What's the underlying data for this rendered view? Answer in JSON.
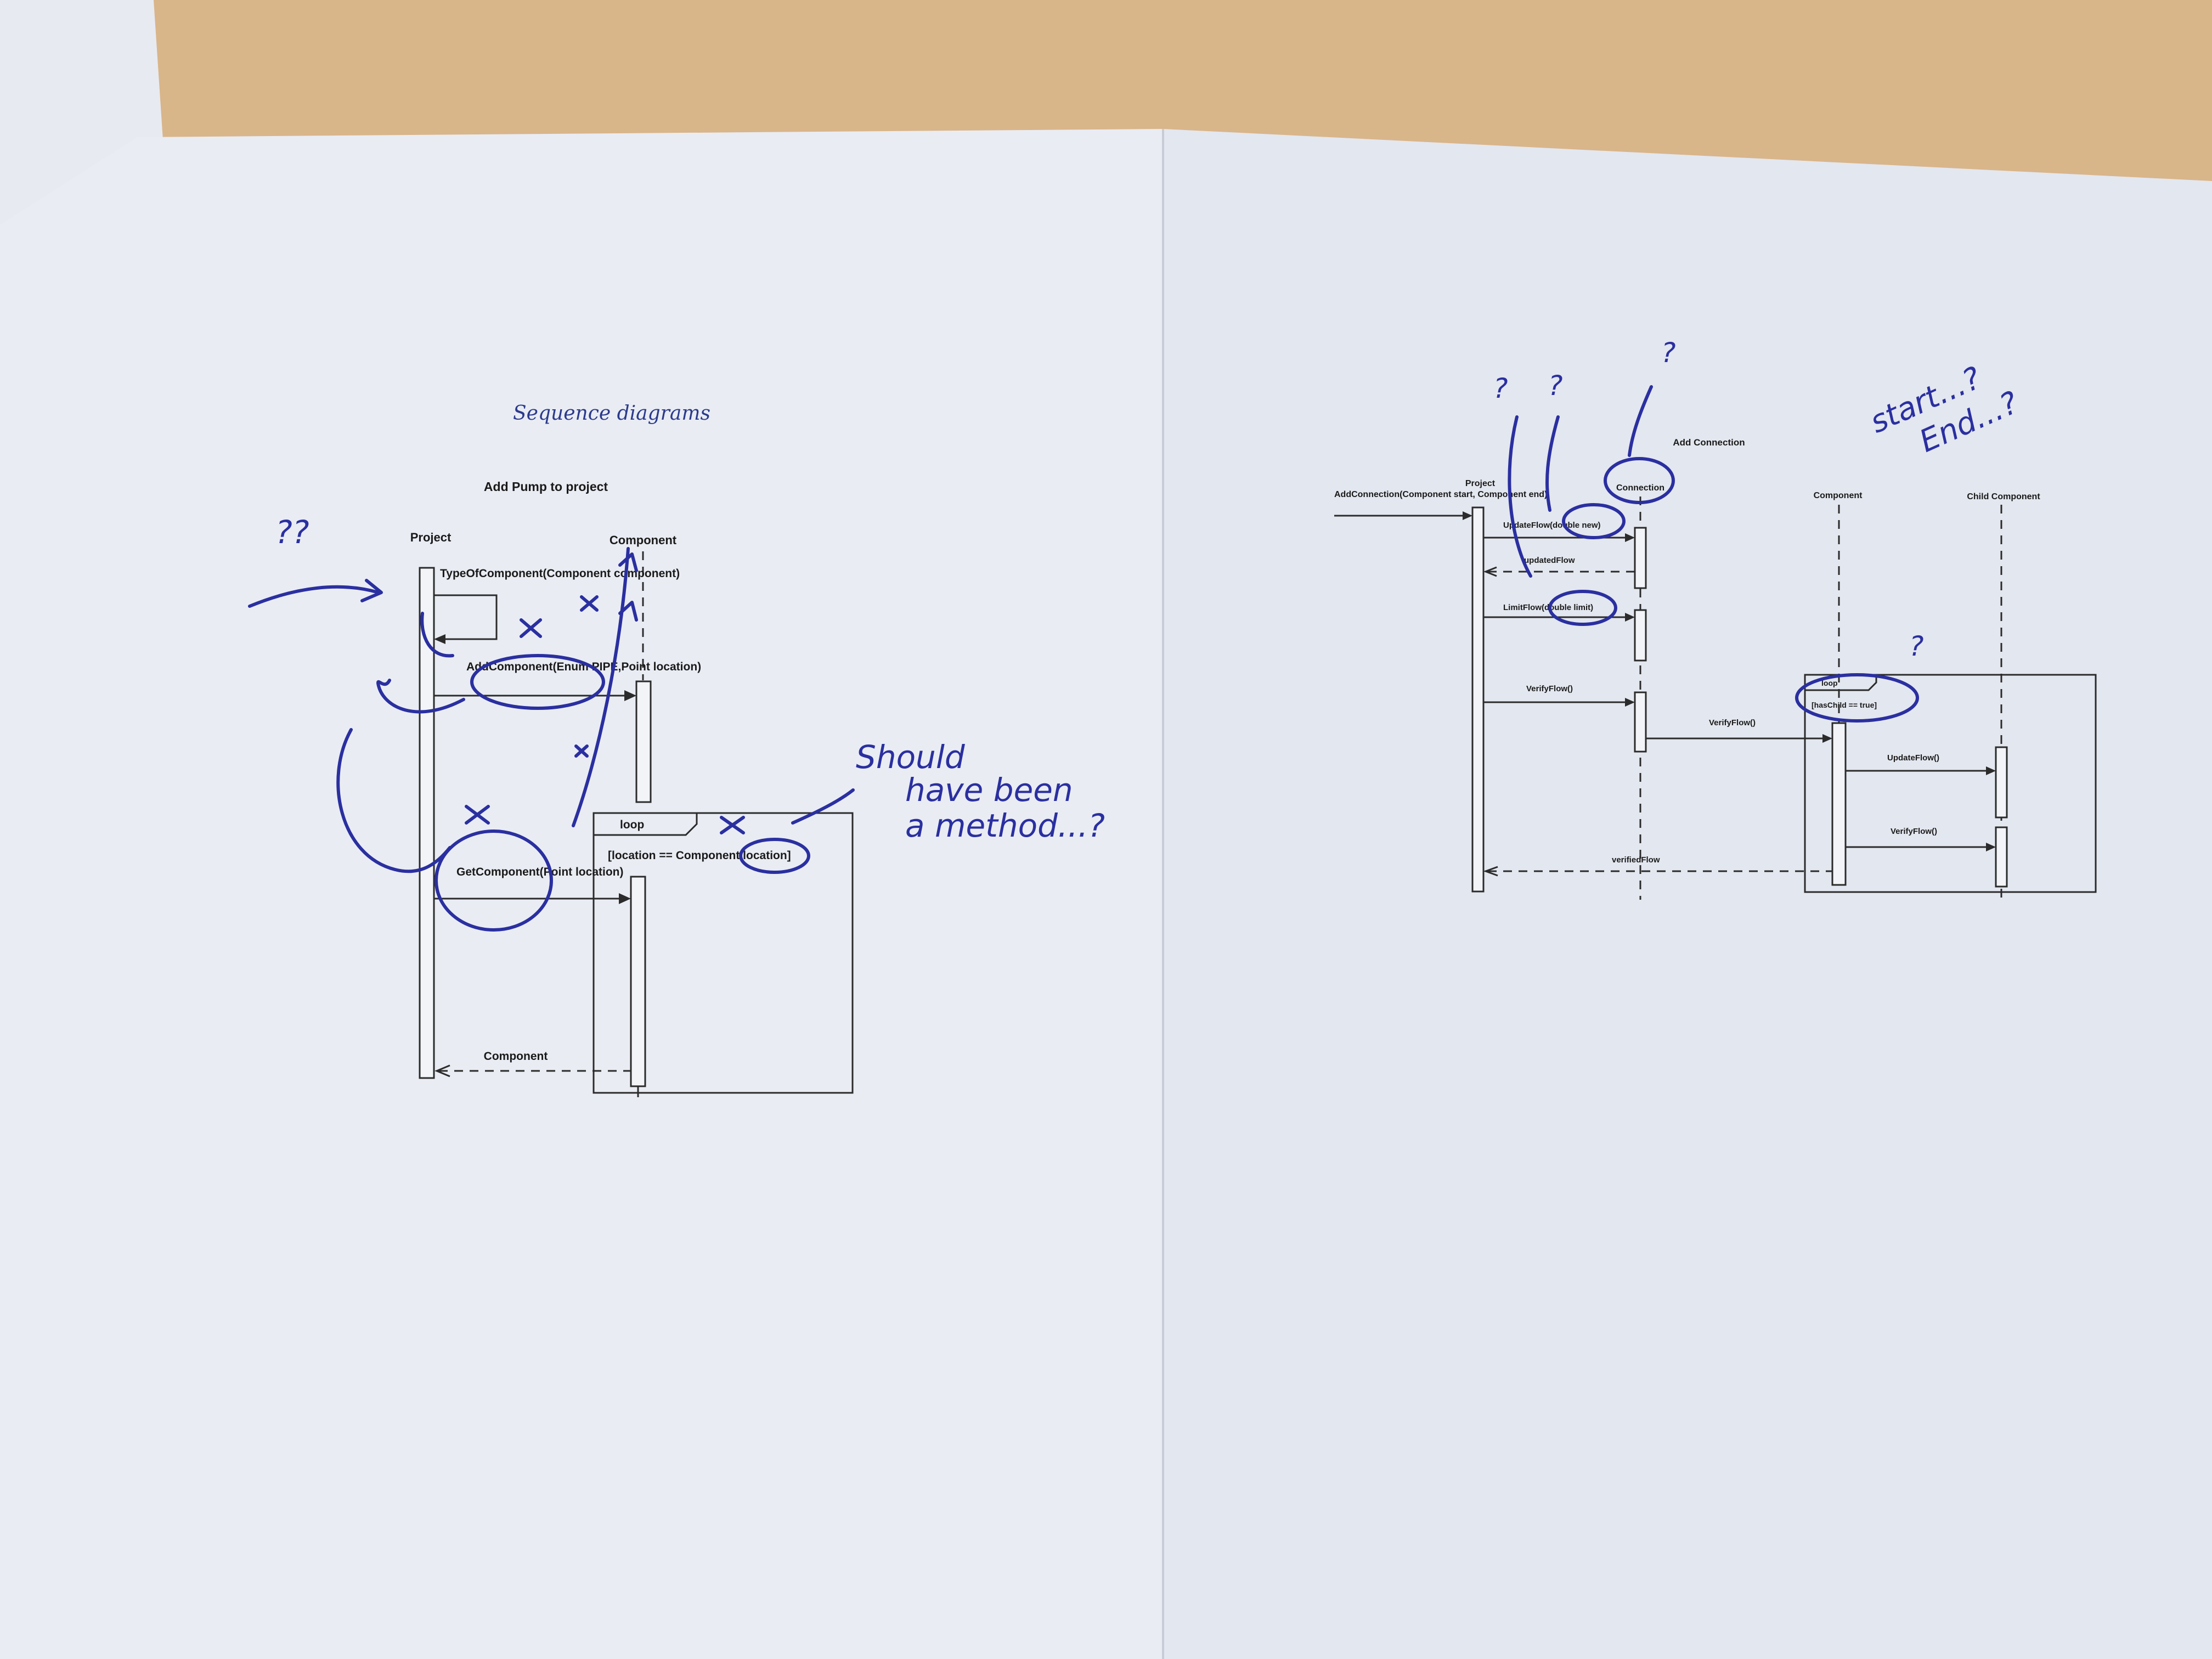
{
  "page_title": "Sequence diagrams",
  "left_diagram": {
    "title": "Add Pump to project",
    "lifelines": [
      "Project",
      "Component"
    ],
    "messages": [
      "TypeOfComponent(Component component)",
      "AddComponent(Enum PIPE,Point location)",
      "GetComponent(Point location)",
      "Component"
    ],
    "fragment": {
      "operator": "loop",
      "guard": "[location == Component.location]"
    }
  },
  "right_diagram": {
    "title": "Add Connection",
    "lifelines": [
      "Project",
      "Connection",
      "Component",
      "Child Component"
    ],
    "messages": [
      "AddConnection(Component start, Component end)",
      "UpdateFlow(double new)",
      "updatedFlow",
      "LimitFlow(double limit)",
      "VerifyFlow()",
      "VerifyFlow()",
      "UpdateFlow()",
      "VerifyFlow()",
      "verifiedFlow"
    ],
    "fragment": {
      "operator": "loop",
      "guard": "[hasChild == true]"
    }
  },
  "annotations": {
    "left_questions": "??",
    "left_note": [
      "Should",
      "have been",
      "a method...?"
    ],
    "right_questions": [
      "?",
      "?",
      "?",
      "?"
    ],
    "right_note": [
      "start...?",
      "End...?"
    ]
  }
}
